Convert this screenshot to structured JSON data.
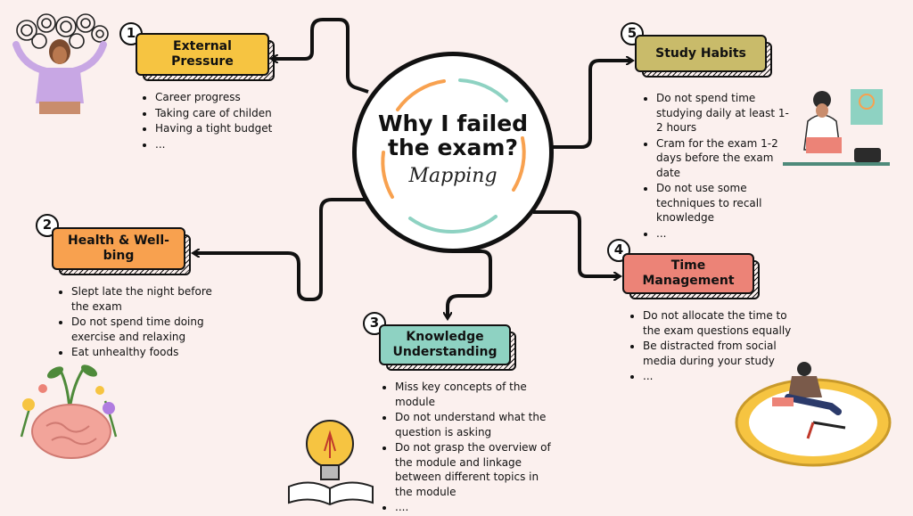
{
  "center": {
    "title_line1": "Why I failed",
    "title_line2": "the exam?",
    "subtitle": "Mapping"
  },
  "colors": {
    "orange": "#f8a14f",
    "yellow": "#f6c441",
    "teal": "#8ed2c2",
    "olive": "#c9bb6a",
    "salmon": "#ec8377",
    "background": "#fbf0ee"
  },
  "branches": [
    {
      "number": "1",
      "title": "External Pressure",
      "title_lines": [
        "External",
        "Pressure"
      ],
      "color": "#f6c441",
      "points": [
        "Career progress",
        "Taking care of childen",
        "Having a tight budget",
        "..."
      ]
    },
    {
      "number": "2",
      "title": "Health & Well-bing",
      "title_lines": [
        "Health & Well-",
        "bing"
      ],
      "color": "#f8a14f",
      "points": [
        "Slept late the night before the exam",
        "Do not spend time doing exercise and relaxing",
        "Eat unhealthy foods",
        ""
      ]
    },
    {
      "number": "3",
      "title": "Knowledge Understanding",
      "title_lines": [
        "Knowledge",
        "Understanding"
      ],
      "color": "#8ed2c2",
      "points": [
        "Miss key concepts of the module",
        "Do not understand what the question is asking",
        "Do not grasp the overview of the module and linkage between different topics in the module",
        "...."
      ]
    },
    {
      "number": "4",
      "title": "Time Management",
      "title_lines": [
        "Time",
        "Management"
      ],
      "color": "#ec8377",
      "points": [
        "Do not allocate the time to the exam questions equally",
        "Be distracted from social media during your study",
        "..."
      ]
    },
    {
      "number": "5",
      "title": "Study Habits",
      "title_lines": [
        "Study Habits"
      ],
      "color": "#c9bb6a",
      "points": [
        "Do not spend time studying daily at least 1-2 hours",
        "Cram for the exam 1-2 days before the exam date",
        "Do not use some techniques to recall knowledge",
        "..."
      ]
    }
  ],
  "illustrations": [
    "stressed-woman-icon",
    "brain-plant-icon",
    "lightbulb-book-icon",
    "scientist-lab-icon",
    "person-on-clock-icon"
  ]
}
